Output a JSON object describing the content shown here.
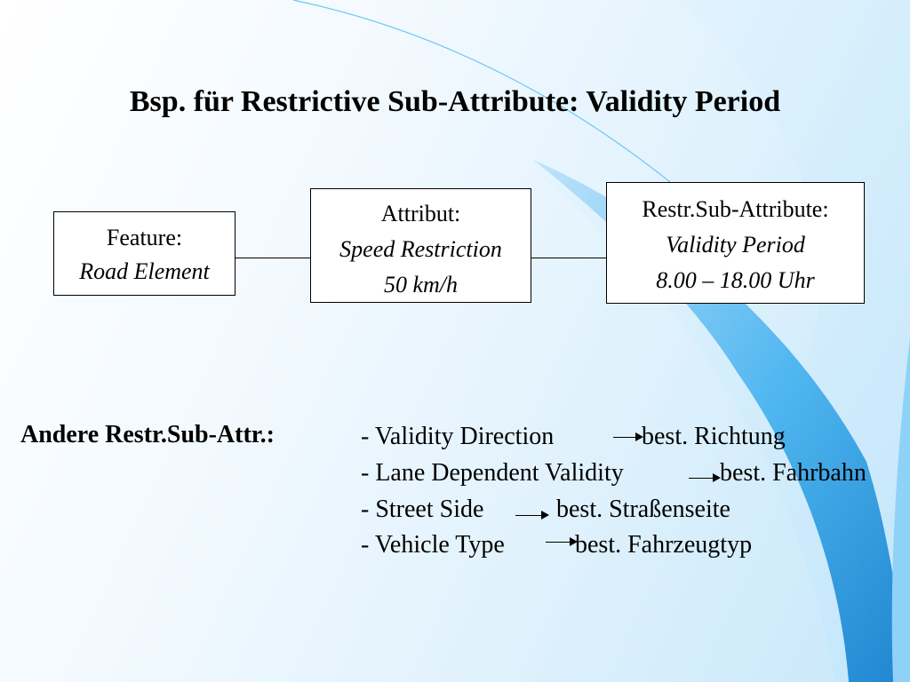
{
  "title": "Bsp. für Restrictive Sub-Attribute: Validity Period",
  "feature_box": {
    "label": "Feature:",
    "value": "Road Element"
  },
  "attribute_box": {
    "label": "Attribut:",
    "value": "Speed Restriction",
    "detail": "50 km/h"
  },
  "sub_attribute_box": {
    "label": "Restr.Sub-Attribute:",
    "value": "Validity Period",
    "detail": "8.00 – 18.00 Uhr"
  },
  "other_label": "Andere Restr.Sub-Attr.:",
  "others": [
    {
      "name": "- Validity Direction",
      "translation": "best. Richtung"
    },
    {
      "name": "- Lane Dependent Validity",
      "translation": "best. Fahrbahn"
    },
    {
      "name": "- Street Side",
      "translation": "best. Straßenseite"
    },
    {
      "name": "- Vehicle Type",
      "translation": "best. Fahrzeugtyp"
    }
  ],
  "colors": {
    "swoosh_light": "#cfeafb",
    "swoosh_mid": "#5cc0f5",
    "swoosh_dark": "#2a7fc0"
  }
}
